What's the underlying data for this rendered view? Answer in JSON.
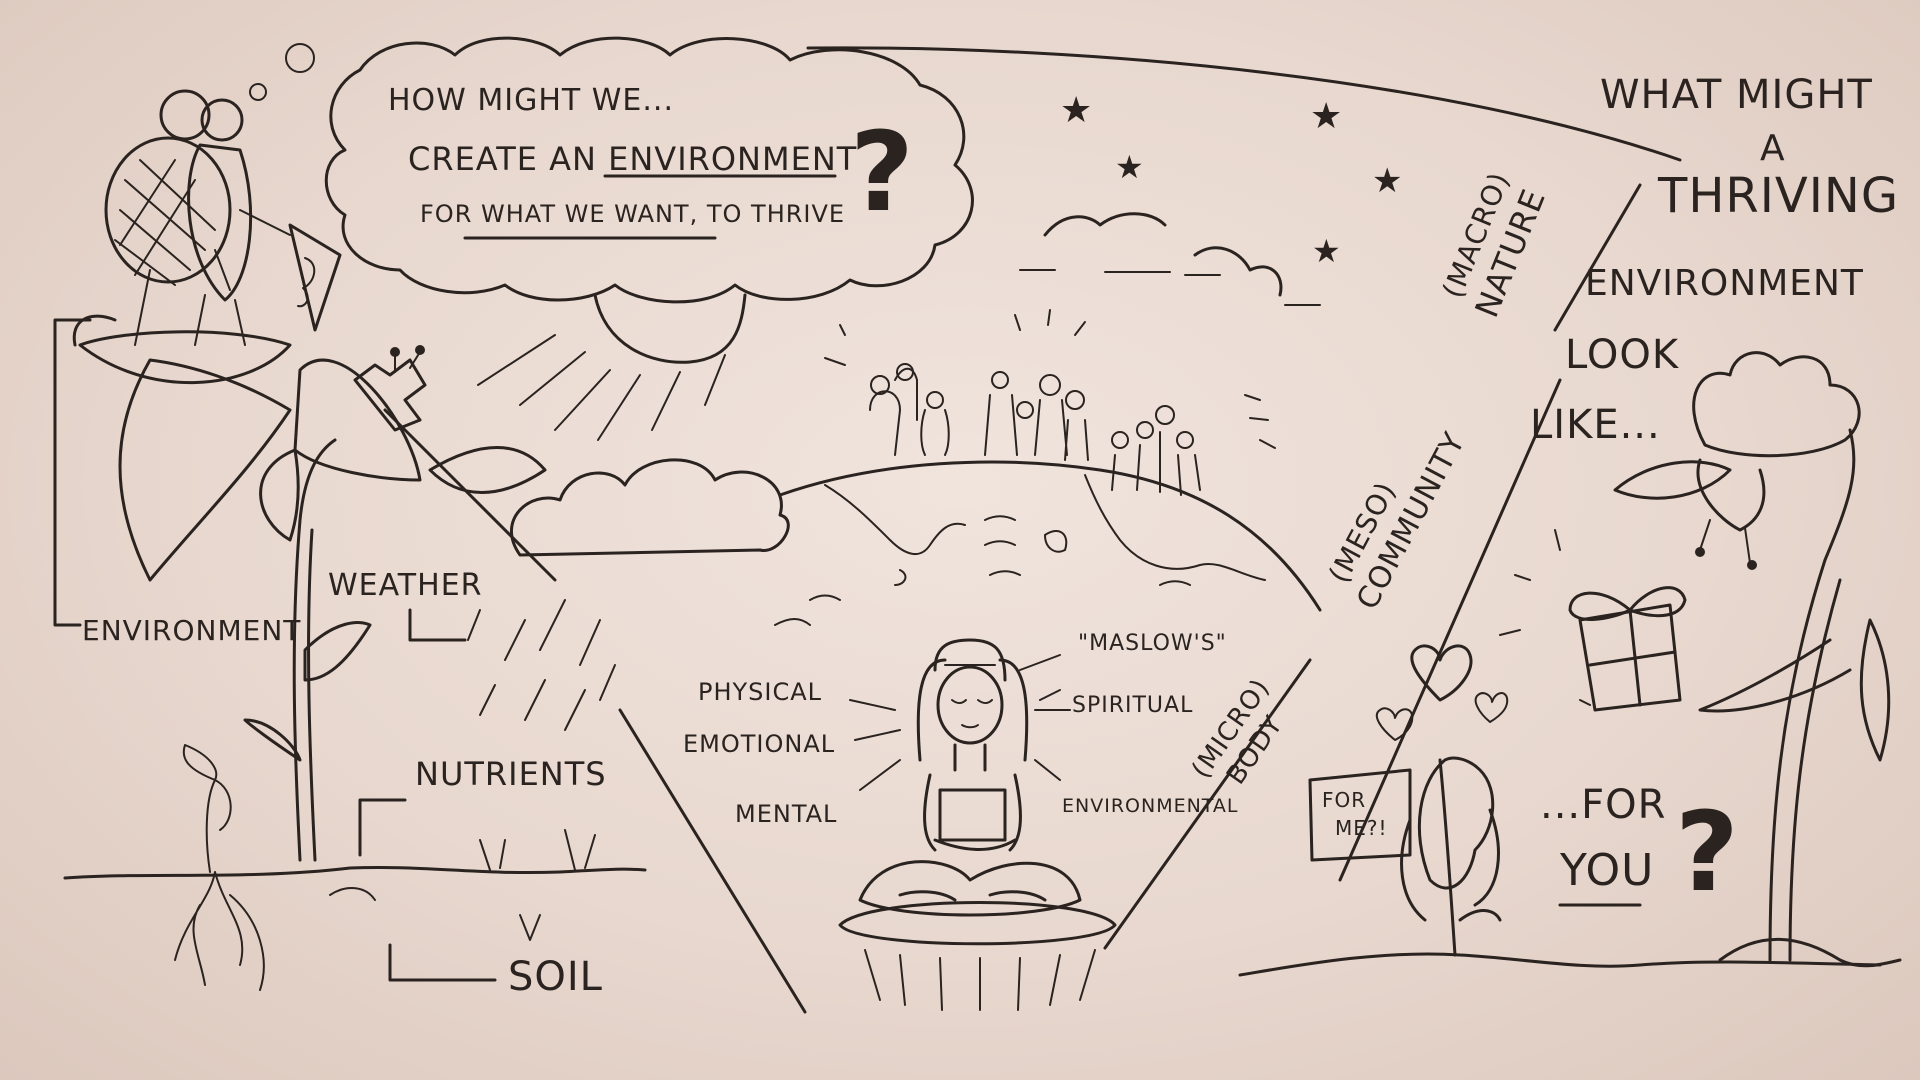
{
  "bubble": {
    "line1": "HOW MIGHT WE...",
    "line2": "CREATE AN ENVIRONMENT",
    "line3": "FOR WHAT WE WANT, TO THRIVE",
    "mark": "?"
  },
  "left": {
    "environment": "ENVIRONMENT",
    "weather": "WEATHER",
    "nutrients": "NUTRIENTS",
    "soil": "SOIL"
  },
  "middle": {
    "physical": "PHYSICAL",
    "emotional": "EMOTIONAL",
    "mental": "MENTAL",
    "maslows": "\"MASLOW'S\"",
    "spiritual": "SPIRITUAL",
    "environmental": "ENVIRONMENTAL",
    "micro": "(MICRO)",
    "body": "BODY",
    "meso": "(MESO)",
    "community": "COMMUNITY",
    "macro": "(MACRO)",
    "nature": "NATURE"
  },
  "right": {
    "q1": "WHAT MIGHT",
    "q2": "A",
    "q3": "THRIVING",
    "q4": "ENVIRONMENT",
    "q5": "LOOK",
    "q6": "LIKE...",
    "sign1": "FOR",
    "sign2": "ME?!",
    "for": "...FOR",
    "you": "YOU",
    "mark": "?"
  }
}
